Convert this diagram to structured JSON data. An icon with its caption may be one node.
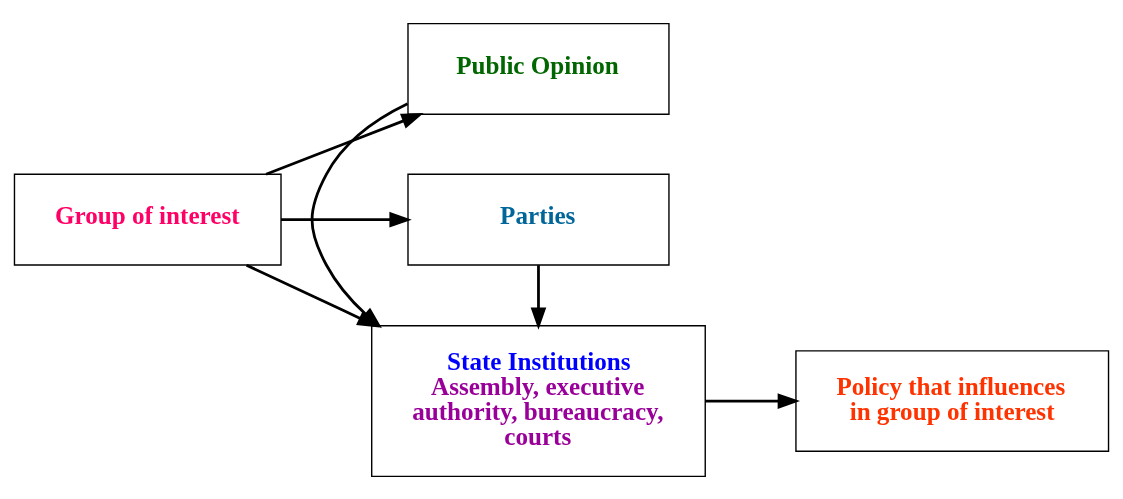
{
  "diagram": {
    "nodes": [
      {
        "text": [
          "Group of interest"
        ]
      },
      {
        "text": [
          "Public Opinion"
        ]
      },
      {
        "text": [
          "State Institutions",
          "Assembly, executive authority, bureaucracy, courts"
        ]
      },
      {
        "text": [
          "Policy that influences in group of interest"
        ]
      },
      {
        "text": [
          "Parties"
        ]
      }
    ],
    "edges": [
      {
        "from": 0,
        "to": 1,
        "arrow": "to"
      },
      {
        "from": 1,
        "to": 2,
        "arrow": "to"
      },
      {
        "from": 0,
        "to": 2,
        "arrow": "to"
      },
      {
        "from": 2,
        "to": 3,
        "arrow": "to"
      },
      {
        "from": 0,
        "to": 4,
        "arrow": "to"
      },
      {
        "from": 4,
        "to": 2,
        "arrow": "to"
      }
    ]
  }
}
